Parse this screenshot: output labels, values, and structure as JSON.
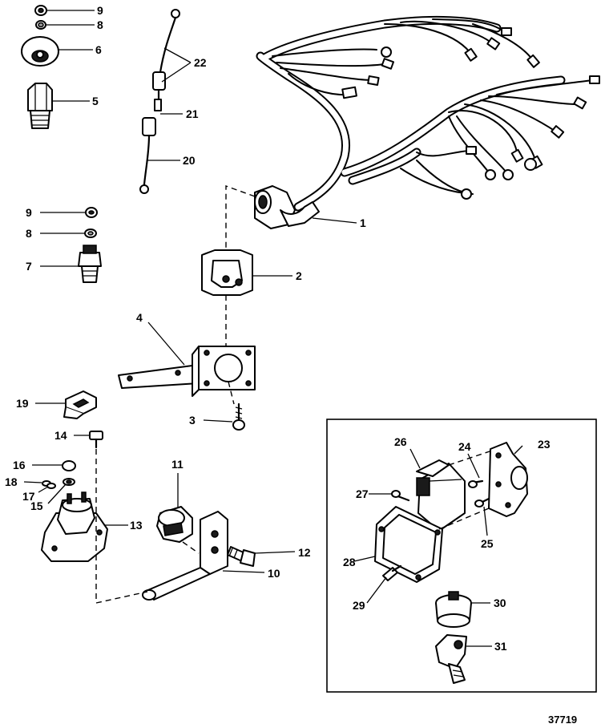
{
  "callouts": [
    {
      "id": "c-9a",
      "label": "9"
    },
    {
      "id": "c-8a",
      "label": "8"
    },
    {
      "id": "c-6",
      "label": "6"
    },
    {
      "id": "c-5",
      "label": "5"
    },
    {
      "id": "c-22",
      "label": "22"
    },
    {
      "id": "c-21",
      "label": "21"
    },
    {
      "id": "c-20",
      "label": "20"
    },
    {
      "id": "c-9b",
      "label": "9"
    },
    {
      "id": "c-8b",
      "label": "8"
    },
    {
      "id": "c-7",
      "label": "7"
    },
    {
      "id": "c-1",
      "label": "1"
    },
    {
      "id": "c-2",
      "label": "2"
    },
    {
      "id": "c-4",
      "label": "4"
    },
    {
      "id": "c-3",
      "label": "3"
    },
    {
      "id": "c-19",
      "label": "19"
    },
    {
      "id": "c-14",
      "label": "14"
    },
    {
      "id": "c-16",
      "label": "16"
    },
    {
      "id": "c-18",
      "label": "18"
    },
    {
      "id": "c-17",
      "label": "17"
    },
    {
      "id": "c-15",
      "label": "15"
    },
    {
      "id": "c-13",
      "label": "13"
    },
    {
      "id": "c-11",
      "label": "11"
    },
    {
      "id": "c-12",
      "label": "12"
    },
    {
      "id": "c-10",
      "label": "10"
    },
    {
      "id": "c-26",
      "label": "26"
    },
    {
      "id": "c-24",
      "label": "24"
    },
    {
      "id": "c-23",
      "label": "23"
    },
    {
      "id": "c-27",
      "label": "27"
    },
    {
      "id": "c-25",
      "label": "25"
    },
    {
      "id": "c-28",
      "label": "28"
    },
    {
      "id": "c-29",
      "label": "29"
    },
    {
      "id": "c-30",
      "label": "30"
    },
    {
      "id": "c-31",
      "label": "31"
    }
  ],
  "figure_number": "37719"
}
